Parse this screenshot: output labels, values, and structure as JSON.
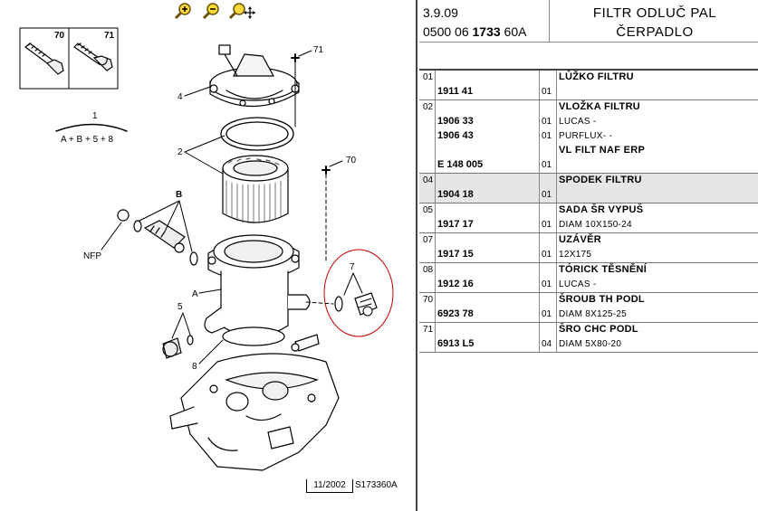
{
  "header": {
    "date": "3.9.09",
    "ref_prefix": "0500 06 ",
    "ref_bold": "1733",
    "ref_suffix": " 60A",
    "title_line1": "FILTR ODLUČ PAL",
    "title_line2": "ČERPADLO"
  },
  "toolbar": {
    "zoom_in_icon": "zoom-in-icon",
    "zoom_out_icon": "zoom-out-icon",
    "pan_icon": "zoom-pan-icon"
  },
  "diagram": {
    "callouts": {
      "c70_box": "70",
      "c71_box": "71",
      "c1": "1",
      "formula": "A + B +  5 + 8",
      "c71": "71",
      "c4": "4",
      "c2": "2",
      "c70": "70",
      "cB": "B",
      "cNFP": "NFP",
      "c7": "7",
      "cA": "A",
      "c5": "5",
      "c8": "8"
    },
    "stamp_date": "11/2002",
    "stamp_code": "S173360A",
    "highlight_color": "#cc0000"
  },
  "parts": [
    {
      "num": "01",
      "ref": "1911 41",
      "qty": "01",
      "lines": [
        {
          "text": "LŮŽKO FILTRU",
          "bold": true
        }
      ],
      "selected": false
    },
    {
      "num": "02",
      "ref_lines": [
        "",
        "1906 33",
        "1906 43",
        "",
        "E 148 005"
      ],
      "qty_lines": [
        "",
        "01",
        "01",
        "",
        "01"
      ],
      "lines": [
        {
          "text": "VLOŽKA FILTRU",
          "bold": true
        },
        {
          "text": "LUCAS -",
          "bold": false
        },
        {
          "text": "PURFLUX- -",
          "bold": false
        },
        {
          "text": "VL FILT NAF ERP",
          "bold": true
        },
        {
          "text": "",
          "bold": false
        }
      ],
      "selected": false
    },
    {
      "num": "04",
      "ref": "1904 18",
      "qty": "01",
      "lines": [
        {
          "text": "SPODEK FILTRU",
          "bold": true
        }
      ],
      "selected": true
    },
    {
      "num": "05",
      "ref": "1917 17",
      "qty": "01",
      "lines": [
        {
          "text": "SADA ŠR VYPUŠ",
          "bold": true
        },
        {
          "text": "DIAM 10X150-24",
          "bold": false
        }
      ],
      "selected": false
    },
    {
      "num": "07",
      "ref": "1917 15",
      "qty": "01",
      "lines": [
        {
          "text": "UZÁVĚR",
          "bold": true
        },
        {
          "text": "12X175",
          "bold": false
        }
      ],
      "selected": false
    },
    {
      "num": "08",
      "ref": "1912 16",
      "qty": "01",
      "lines": [
        {
          "text": "TÓRICK TĚSNĚNÍ",
          "bold": true
        },
        {
          "text": "LUCAS -",
          "bold": false
        }
      ],
      "selected": false
    },
    {
      "num": "70",
      "ref": "6923 78",
      "qty": "01",
      "lines": [
        {
          "text": "ŠROUB TH PODL",
          "bold": true
        },
        {
          "text": "DIAM 8X125-25",
          "bold": false
        }
      ],
      "selected": false
    },
    {
      "num": "71",
      "ref": "6913 L5",
      "qty": "04",
      "lines": [
        {
          "text": "ŠRO CHC PODL",
          "bold": true
        },
        {
          "text": "DIAM 5X80-20",
          "bold": false
        }
      ],
      "selected": false
    }
  ]
}
